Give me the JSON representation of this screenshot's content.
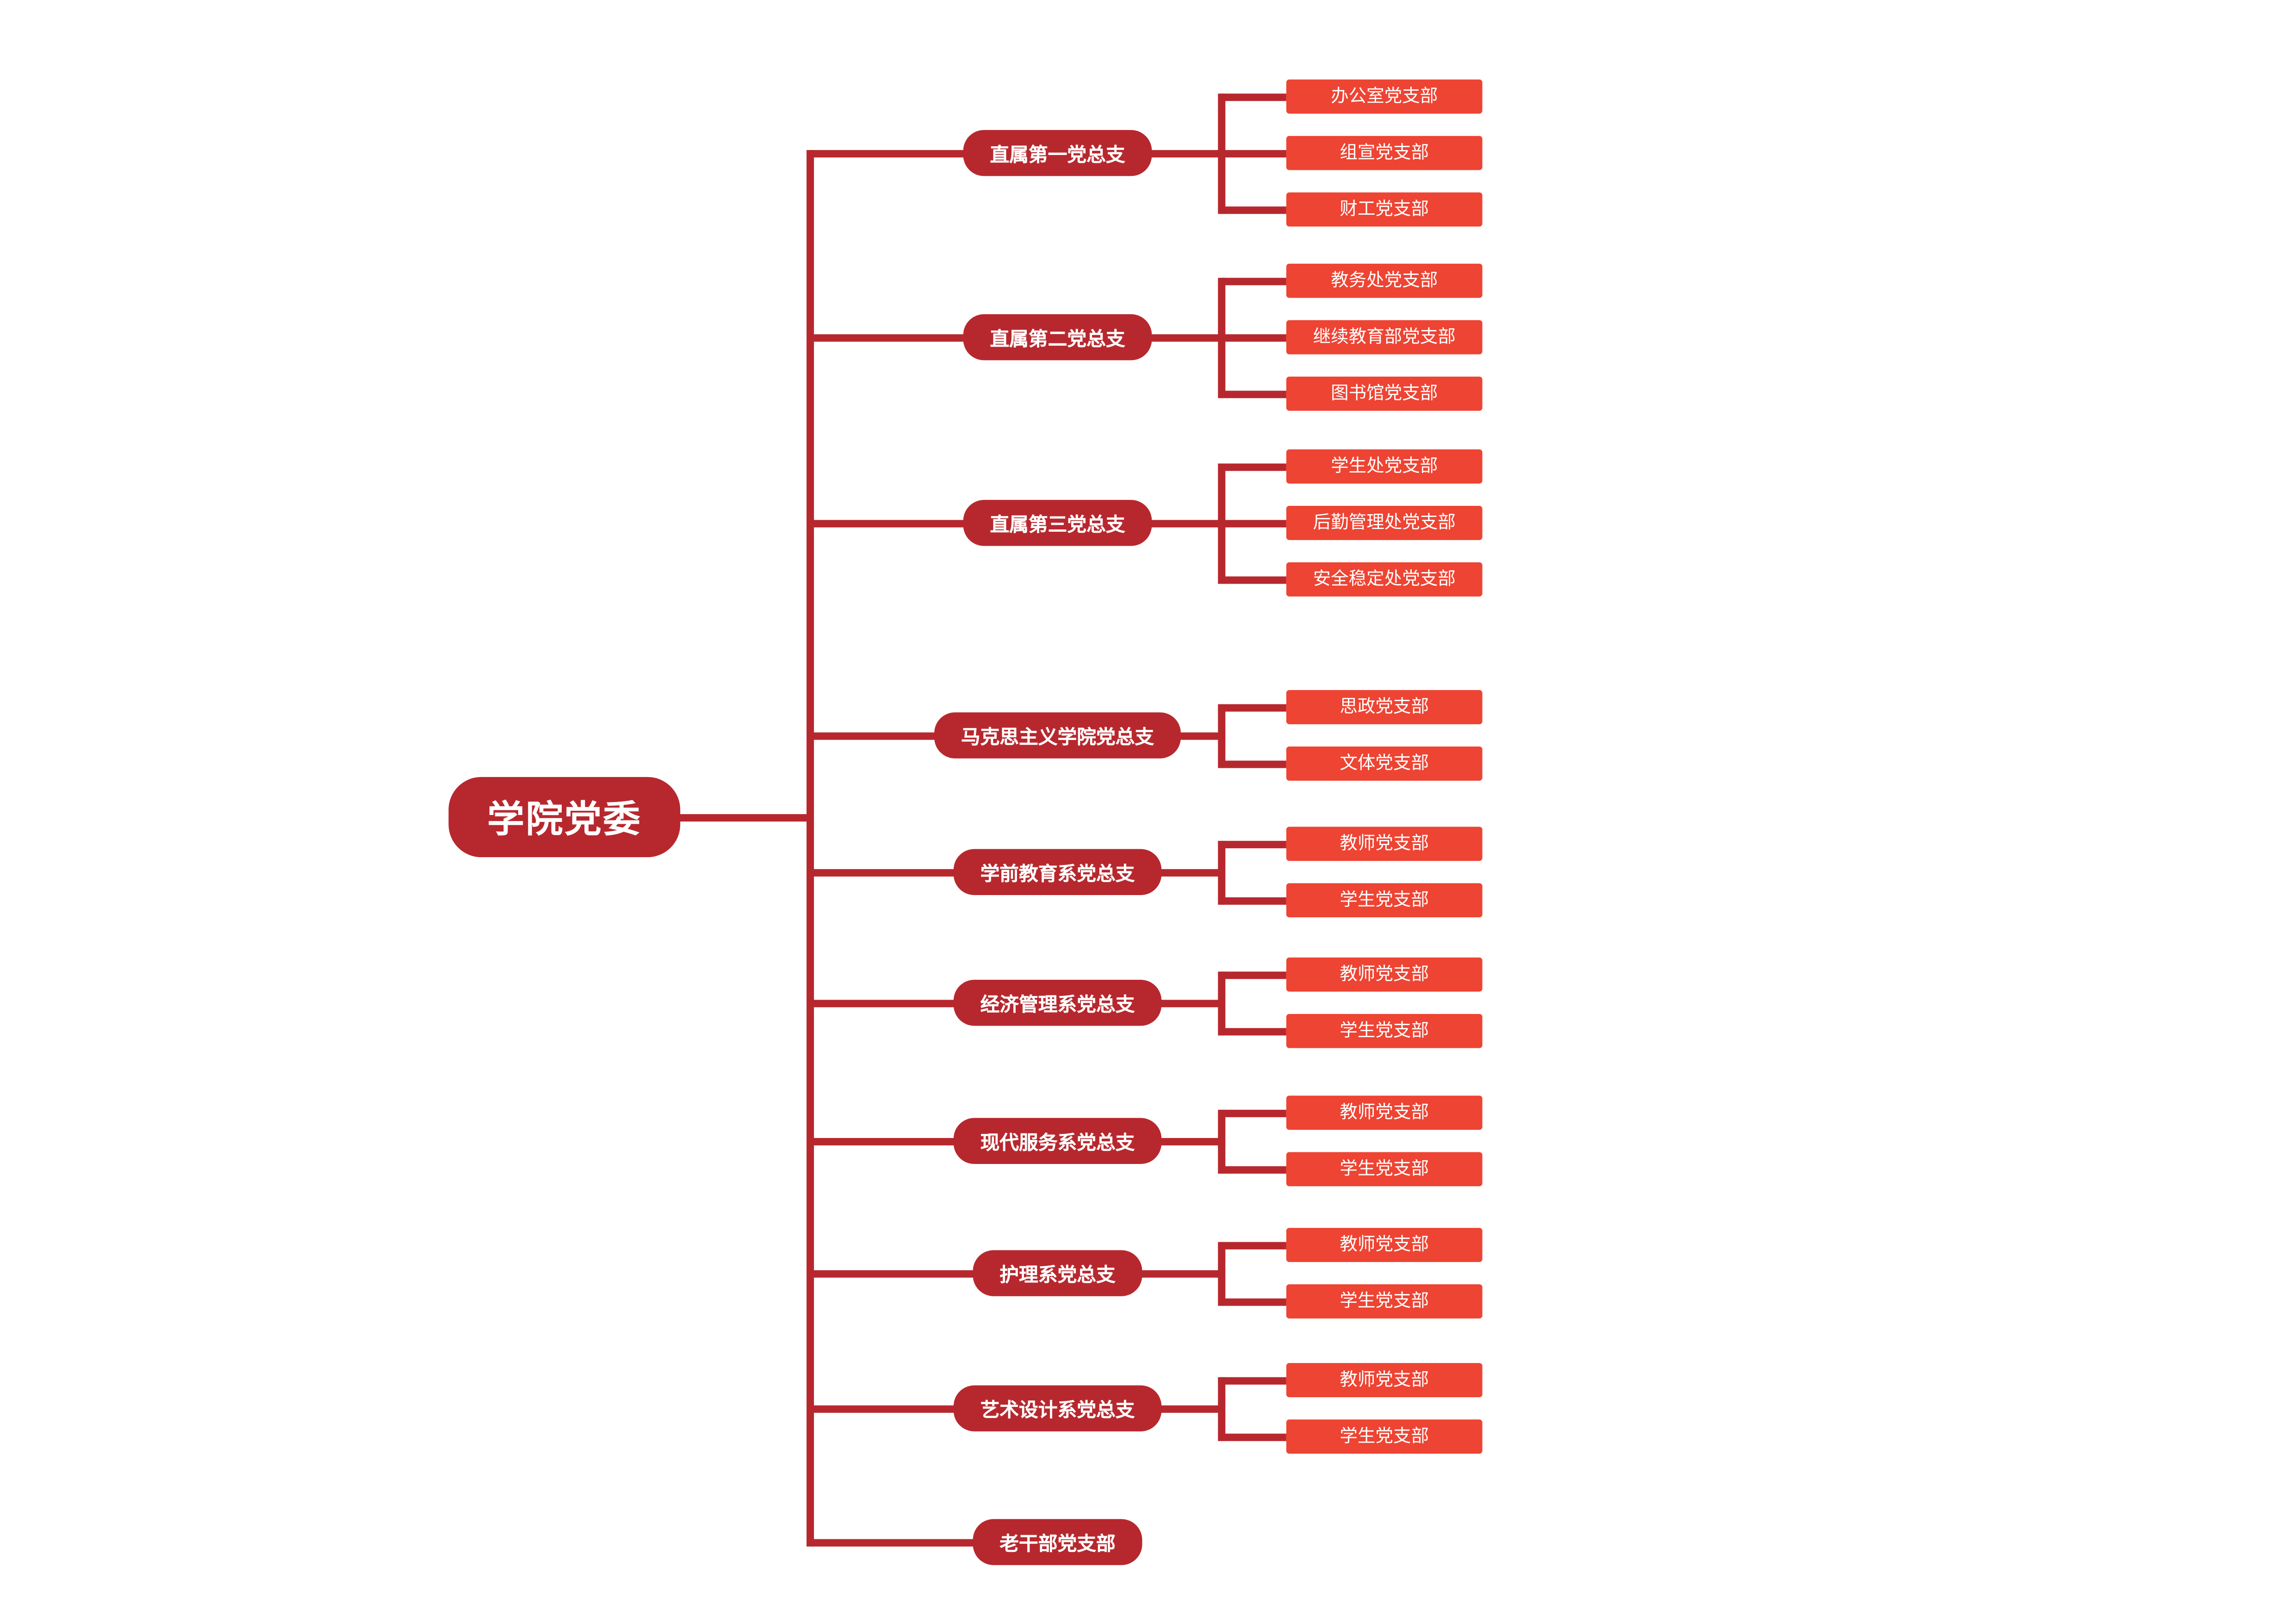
{
  "root": {
    "label": "学院党委"
  },
  "branches": [
    {
      "label": "直属第一党总支",
      "children": [
        "办公室党支部",
        "组宣党支部",
        "财工党支部"
      ]
    },
    {
      "label": "直属第二党总支",
      "children": [
        "教务处党支部",
        "继续教育部党支部",
        "图书馆党支部"
      ]
    },
    {
      "label": "直属第三党总支",
      "children": [
        "学生处党支部",
        "后勤管理处党支部",
        "安全稳定处党支部"
      ]
    },
    {
      "label": "马克思主义学院党总支",
      "children": [
        "思政党支部",
        "文体党支部"
      ]
    },
    {
      "label": "学前教育系党总支",
      "children": [
        "教师党支部",
        "学生党支部"
      ]
    },
    {
      "label": "经济管理系党总支",
      "children": [
        "教师党支部",
        "学生党支部"
      ]
    },
    {
      "label": "现代服务系党总支",
      "children": [
        "教师党支部",
        "学生党支部"
      ]
    },
    {
      "label": "护理系党总支",
      "children": [
        "教师党支部",
        "学生党支部"
      ]
    },
    {
      "label": "艺术设计系党总支",
      "children": [
        "教师党支部",
        "学生党支部"
      ]
    },
    {
      "label": "老干部党支部",
      "children": []
    }
  ],
  "colors": {
    "dark_red": "#b7282e",
    "bright_red": "#ee4433",
    "node_text": "#ffffff",
    "background": "#ffffff"
  }
}
